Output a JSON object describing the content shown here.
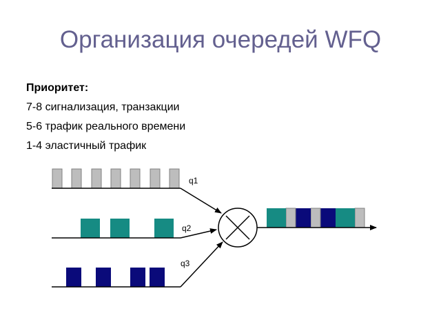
{
  "slide": {
    "title": "Организация очередей WFQ"
  },
  "priorities": {
    "heading": "Приоритет:",
    "items": [
      "7-8 сигнализация, транзакции",
      "5-6 трафик реального времени",
      "1-4 эластичный трафик"
    ]
  },
  "diagram": {
    "queues": [
      {
        "label": "q1",
        "color": "#bdbdbd"
      },
      {
        "label": "q2",
        "color": "#168b83"
      },
      {
        "label": "q3",
        "color": "#0a0a7a"
      }
    ],
    "scheduler_icon": "multiplexer-x-circle-icon",
    "output_sequence": [
      "teal",
      "gray",
      "navy",
      "gray",
      "navy",
      "teal",
      "gray"
    ],
    "colors": {
      "gray": "#bdbdbd",
      "teal": "#168b83",
      "navy": "#0a0a7a",
      "title": "#63608f"
    }
  }
}
